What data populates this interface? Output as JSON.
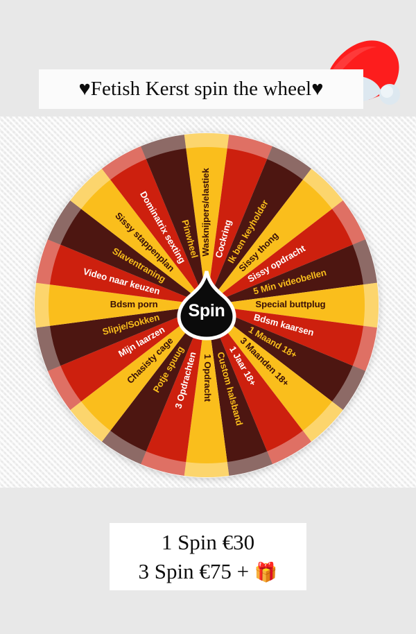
{
  "header": {
    "title": "♥Fetish Kerst spin the wheel♥",
    "santa_hat_icon": "santa-hat-icon"
  },
  "wheel": {
    "center_button_label": "Spin",
    "segment_count": 24,
    "colors": {
      "yellow": "#FABE1C",
      "red": "#CD200E",
      "brown": "#4D1611",
      "rim_overlay": "rgba(255,255,255,0.36)",
      "label_dark": "#3A1008",
      "label_light": "#FFFFFF",
      "hub_fill": "#0B0B0B",
      "hub_stroke": "#FFFFFF"
    },
    "segments": [
      {
        "label": "Wasknijpers/elastiek",
        "color": "yellow",
        "text": "dark"
      },
      {
        "label": "Cockring",
        "color": "red",
        "text": "light"
      },
      {
        "label": "Ik ben keyholder",
        "color": "brown",
        "text": "yellow"
      },
      {
        "label": "Sissy thong",
        "color": "yellow",
        "text": "dark"
      },
      {
        "label": "Sissy opdracht",
        "color": "red",
        "text": "light"
      },
      {
        "label": "5 Min videobellen",
        "color": "brown",
        "text": "yellow"
      },
      {
        "label": "Special buttplug",
        "color": "yellow",
        "text": "dark"
      },
      {
        "label": "Bdsm kaarsen",
        "color": "red",
        "text": "light"
      },
      {
        "label": "1 Maand 18+",
        "color": "brown",
        "text": "yellow"
      },
      {
        "label": "3 Maanden 18+",
        "color": "yellow",
        "text": "dark"
      },
      {
        "label": "1 Jaar 18+",
        "color": "red",
        "text": "light"
      },
      {
        "label": "Custom halsband",
        "color": "brown",
        "text": "yellow"
      },
      {
        "label": "1 Opdracht",
        "color": "yellow",
        "text": "dark"
      },
      {
        "label": "3 Opdrachten",
        "color": "red",
        "text": "light"
      },
      {
        "label": "Potje spuug",
        "color": "brown",
        "text": "yellow"
      },
      {
        "label": "Chasisty cage",
        "color": "yellow",
        "text": "dark"
      },
      {
        "label": "Mijn laarzen",
        "color": "red",
        "text": "light"
      },
      {
        "label": "Slipje/Sokken",
        "color": "brown",
        "text": "yellow"
      },
      {
        "label": "Bdsm porn",
        "color": "yellow",
        "text": "dark"
      },
      {
        "label": "Video naar keuzen",
        "color": "red",
        "text": "light"
      },
      {
        "label": "Slaventraning",
        "color": "brown",
        "text": "yellow"
      },
      {
        "label": "Sissy stappenplan",
        "color": "yellow",
        "text": "dark"
      },
      {
        "label": "Dominatrix sexting",
        "color": "red",
        "text": "light"
      },
      {
        "label": "Pinwheel",
        "color": "brown",
        "text": "yellow"
      }
    ]
  },
  "pricing": {
    "line1": "1 Spin €30",
    "line2_text": "3 Spin €75 + ",
    "gift_icon": "🎁"
  }
}
